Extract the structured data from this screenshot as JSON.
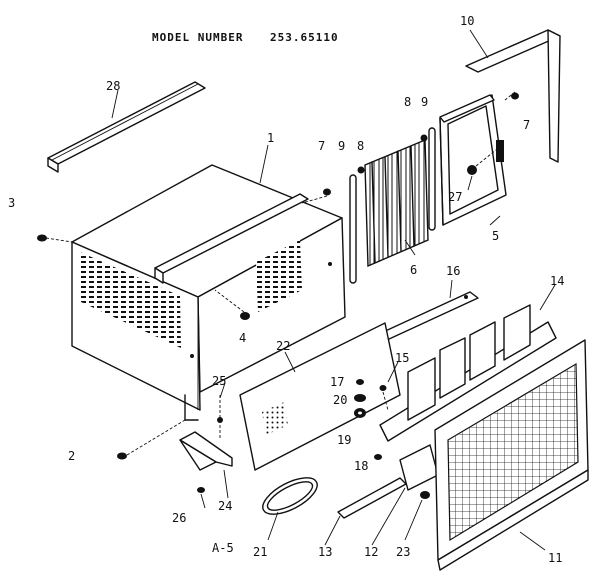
{
  "title": {
    "label": "MODEL NUMBER",
    "model": "253.65110"
  },
  "figure_id": "A-5",
  "callouts": [
    "1",
    "2",
    "3",
    "4",
    "5",
    "6",
    "7",
    "7",
    "8",
    "8",
    "9",
    "9",
    "10",
    "11",
    "12",
    "13",
    "14",
    "15",
    "16",
    "17",
    "18",
    "19",
    "20",
    "21",
    "22",
    "23",
    "24",
    "25",
    "26",
    "27",
    "28"
  ],
  "colors": {
    "ink": "#111111",
    "paper": "#ffffff"
  }
}
